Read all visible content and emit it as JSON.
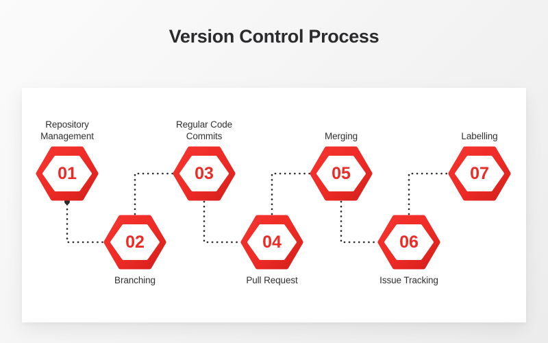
{
  "page": {
    "title": "Version Control Process",
    "background_color": "#f3f3f3",
    "card_color": "#ffffff",
    "accent_color": "#ee2a25",
    "text_color": "#2b2b2d"
  },
  "diagram": {
    "type": "process-flow",
    "orientation": "zigzag-horizontal",
    "connector_style": "dotted-with-arrowhead",
    "steps": [
      {
        "number": "01",
        "label": "Repository\nManagement",
        "label_line1": "Repository",
        "label_line2": "Management",
        "row": "top",
        "label_position": "above"
      },
      {
        "number": "02",
        "label": "Branching",
        "label_line1": "Branching",
        "label_line2": "",
        "row": "bottom",
        "label_position": "below"
      },
      {
        "number": "03",
        "label": "Regular Code\nCommits",
        "label_line1": "Regular Code",
        "label_line2": "Commits",
        "row": "top",
        "label_position": "above"
      },
      {
        "number": "04",
        "label": "Pull Request",
        "label_line1": "Pull Request",
        "label_line2": "",
        "row": "bottom",
        "label_position": "below"
      },
      {
        "number": "05",
        "label": "Merging",
        "label_line1": "Merging",
        "label_line2": "",
        "row": "top",
        "label_position": "above"
      },
      {
        "number": "06",
        "label": "Issue Tracking",
        "label_line1": "Issue Tracking",
        "label_line2": "",
        "row": "bottom",
        "label_position": "below"
      },
      {
        "number": "07",
        "label": "Labelling",
        "label_line1": "Labelling",
        "label_line2": "",
        "row": "top",
        "label_position": "above"
      }
    ]
  }
}
